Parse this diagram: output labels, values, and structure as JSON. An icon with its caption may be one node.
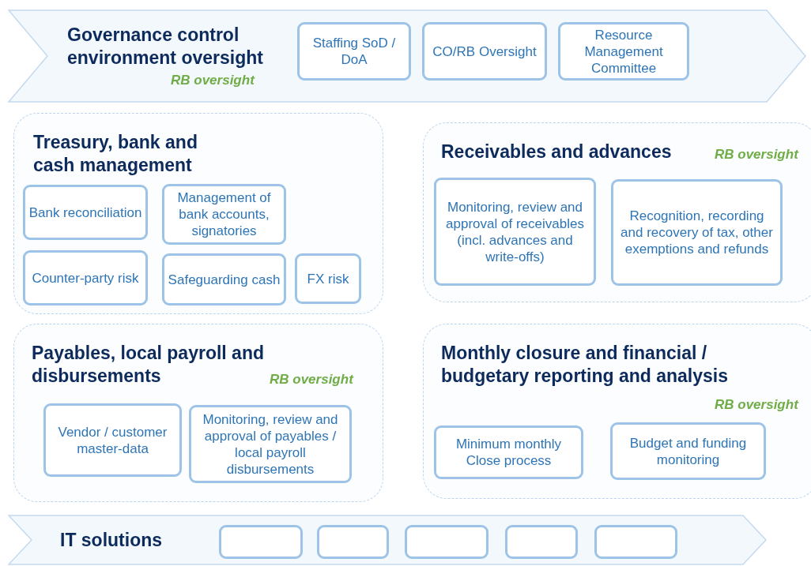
{
  "diagram": {
    "nodes": [
      {
        "text": [
          "Governance control environment oversight",
          "RB oversight"
        ]
      },
      {
        "text": [
          "Staffing SoD / DoA"
        ],
        "in": 0
      },
      {
        "text": [
          "CO/RB Oversight"
        ],
        "in": 0
      },
      {
        "text": [
          "Resource Management Committee"
        ],
        "in": 0
      },
      {
        "text": [
          "Treasury, bank and cash management"
        ]
      },
      {
        "text": [
          "Bank reconciliation"
        ],
        "in": 4
      },
      {
        "text": [
          "Management of bank accounts, signatories"
        ],
        "in": 4
      },
      {
        "text": [
          "Counter-party risk"
        ],
        "in": 4
      },
      {
        "text": [
          "Safeguarding cash"
        ],
        "in": 4
      },
      {
        "text": [
          "FX risk"
        ],
        "in": 4
      },
      {
        "text": [
          "Receivables and advances",
          "RB oversight"
        ]
      },
      {
        "text": [
          "Monitoring, review and approval of receivables (incl. advances and write-offs)"
        ],
        "in": 10
      },
      {
        "text": [
          "Recognition, recording and recovery of tax, other exemptions and refunds"
        ],
        "in": 10
      },
      {
        "text": [
          "Payables, local payroll and disbursements",
          "RB oversight"
        ]
      },
      {
        "text": [
          "Vendor / customer master-data"
        ],
        "in": 13
      },
      {
        "text": [
          "Monitoring, review and approval of payables / local payroll disbursements"
        ],
        "in": 13
      },
      {
        "text": [
          "Monthly closure and financial / budgetary reporting and analysis",
          "RB oversight"
        ]
      },
      {
        "text": [
          "Minimum monthly Close process"
        ],
        "in": 16
      },
      {
        "text": [
          "Budget and funding monitoring"
        ],
        "in": 16
      },
      {
        "text": [
          "IT solutions"
        ]
      },
      {
        "text": [],
        "shape": "box",
        "in": 19
      },
      {
        "text": [],
        "shape": "box",
        "in": 19
      },
      {
        "text": [],
        "shape": "box",
        "in": 19
      },
      {
        "text": [],
        "shape": "box",
        "in": 19
      },
      {
        "text": [],
        "shape": "box",
        "in": 19
      }
    ],
    "edges": []
  }
}
